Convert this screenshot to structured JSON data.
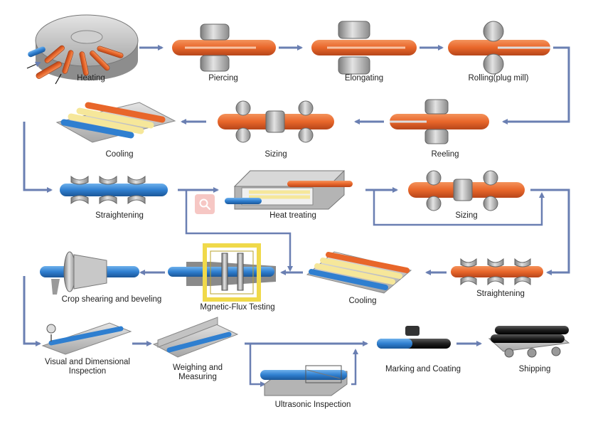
{
  "diagram": {
    "steps": {
      "heating": "Heating",
      "piercing": "Piercing",
      "elongating": "Elongating",
      "rolling": "Rolling(plug mill)",
      "reeling": "Reeling",
      "sizing_1": "Sizing",
      "cooling_1": "Cooling",
      "straightening_1": "Straightening",
      "heat_treating": "Heat treating",
      "sizing_2": "Sizing",
      "straightening_2": "Straightening",
      "cooling_2": "Cooling",
      "magnetic_flux": "Mgnetic-Flux Testing",
      "crop_shearing": "Crop shearing and beveling",
      "visual_inspection": "Visual and Dimensional Inspection",
      "weighing": "Weighing and Measuring",
      "ultrasonic": "Ultrasonic Inspection",
      "marking": "Marking and Coating",
      "shipping": "Shipping"
    },
    "colors": {
      "hot_pipe": "#e8662a",
      "cold_pipe": "#2f7fd0",
      "arrow": "#6a7fb2",
      "machine": "#a9a9a9",
      "highlight_box": "#f0d94a",
      "yellow_pipe": "#f6e79a",
      "black_pipe": "#1e1e1e"
    }
  },
  "toolbar": {
    "zoom_icon": "magnifier-icon"
  }
}
